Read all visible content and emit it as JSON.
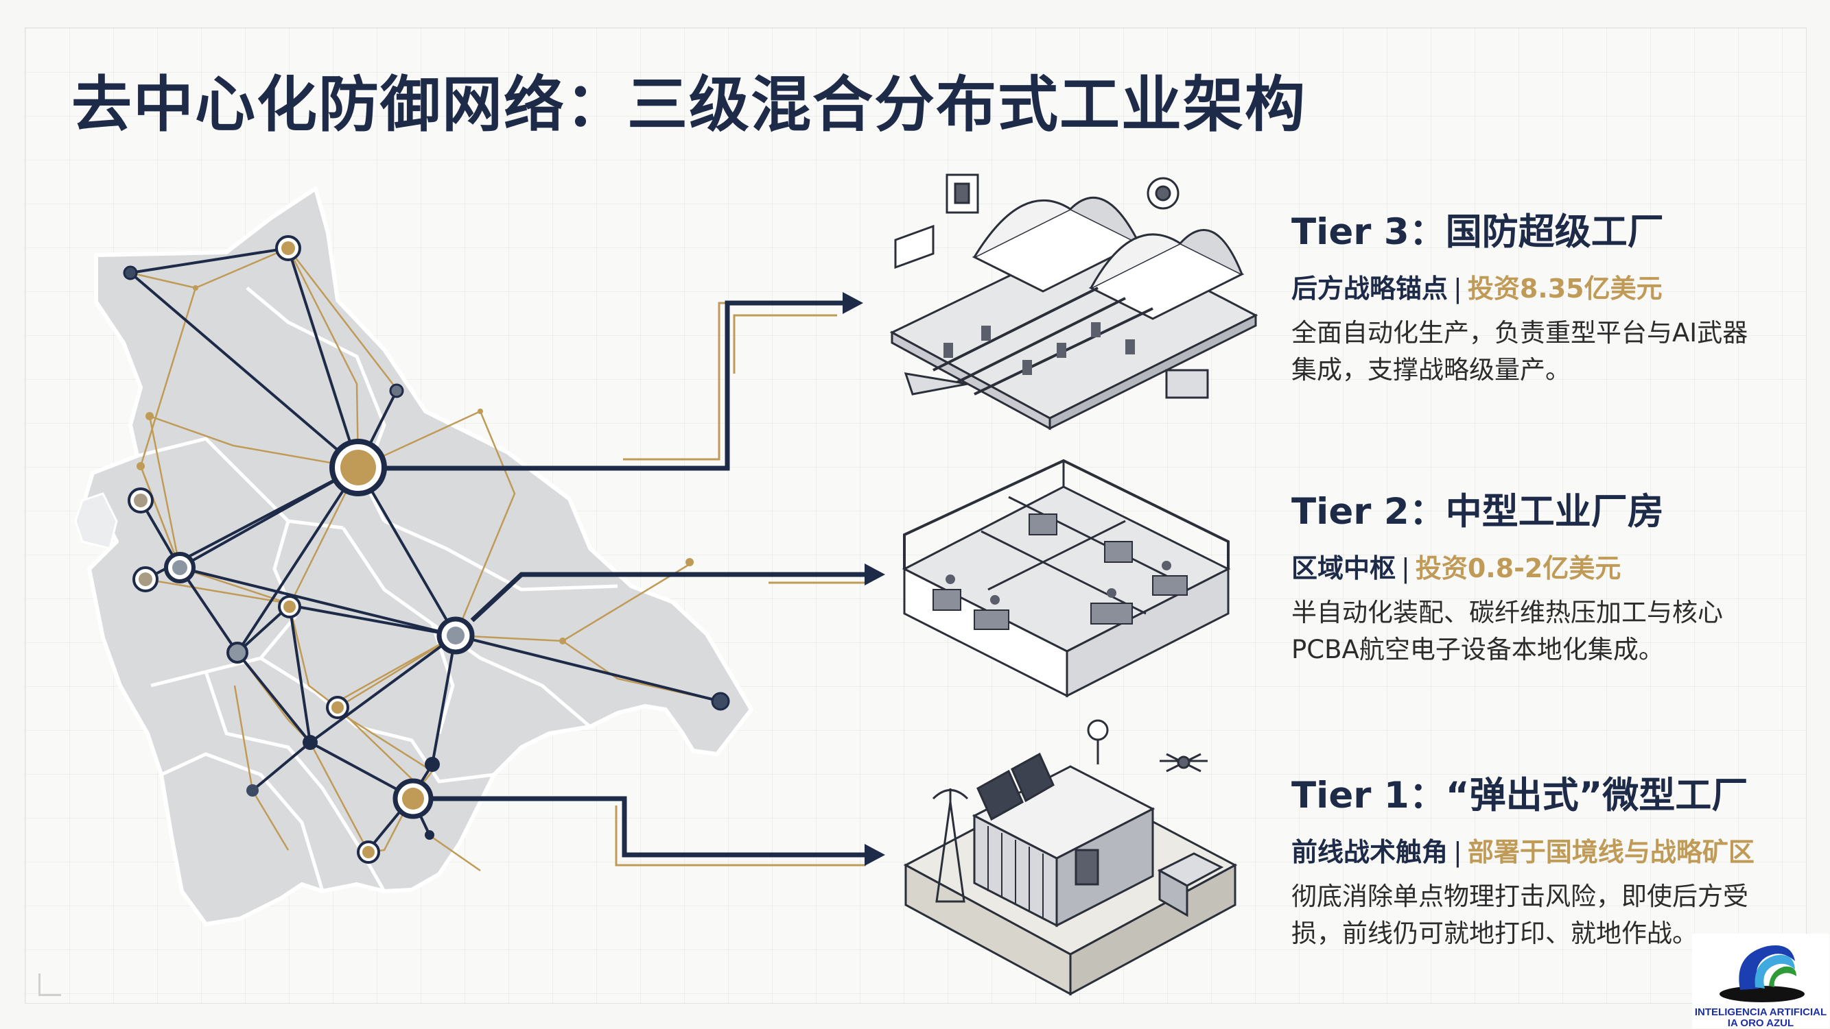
{
  "title": "去中心化防御网络：三级混合分布式工业架构",
  "colors": {
    "navy": "#1d2a48",
    "gold": "#c09b57",
    "map_fill": "#d9dadb",
    "map_stroke": "#ffffff"
  },
  "tiers": [
    {
      "title": "Tier 3：国防超级工厂",
      "role": "后方战略锚点",
      "separator": "|",
      "investment": "投资8.35亿美元",
      "description": "全面自动化生产，负责重型平台与AI武器集成，支撑战略级量产。",
      "illustration": "automated-factory-illustration"
    },
    {
      "title": "Tier 2：中型工业厂房",
      "role": "区域中枢",
      "separator": "|",
      "investment": "投资0.8-2亿美元",
      "description": "半自动化装配、碳纤维热压加工与核心PCBA航空电子设备本地化集成。",
      "illustration": "industrial-workshop-illustration"
    },
    {
      "title": "Tier 1：“弹出式”微型工厂",
      "role": "前线战术触角",
      "separator": "|",
      "investment": "部署于国境线与战略矿区",
      "description": "彻底消除单点物理打击风险，即使后方受损，前线仍可就地打印、就地作战。",
      "illustration": "container-microfactory-illustration"
    }
  ],
  "logo": {
    "line1": "INTELIGENCIA ARTIFICIAL",
    "line2": "IA ORO AZUL",
    "icon": "globe-swoosh-icon"
  }
}
